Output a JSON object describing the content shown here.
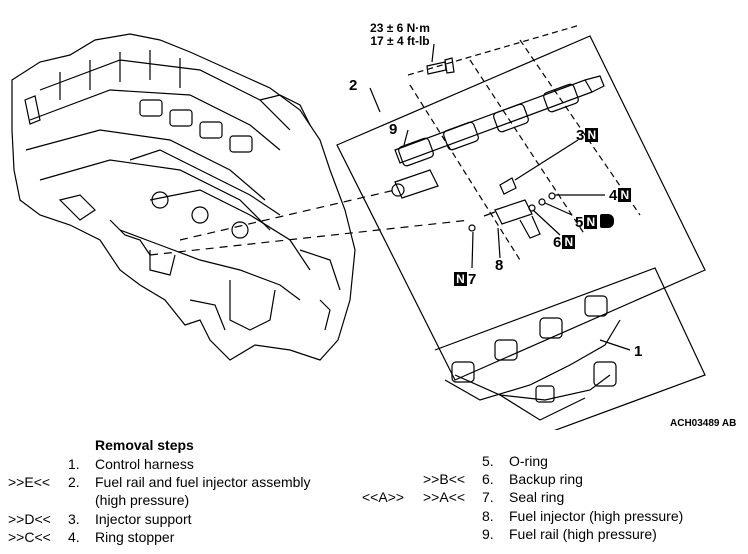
{
  "diagram": {
    "torque_line1": "23 ± 6 N·m",
    "torque_line2": "17 ± 4 ft-lb",
    "ref_code": "ACH03489 AB",
    "n_mark": "N",
    "callouts": {
      "c1": "1",
      "c2": "2",
      "c3": "3",
      "c4": "4",
      "c5": "5",
      "c6": "6",
      "c7": "7",
      "c8": "8",
      "c9": "9"
    }
  },
  "removal": {
    "heading": "Removal steps",
    "left": [
      {
        "marker": "",
        "num": "1.",
        "text": "Control harness"
      },
      {
        "marker": ">>E<<",
        "num": "2.",
        "text": "Fuel rail and fuel injector assembly"
      },
      {
        "marker": "",
        "num": "",
        "text": "(high pressure)"
      },
      {
        "marker": ">>D<<",
        "num": "3.",
        "text": "Injector support"
      },
      {
        "marker": ">>C<<",
        "num": "4.",
        "text": "Ring stopper"
      }
    ],
    "right": [
      {
        "marker_a": "",
        "marker_b": "",
        "num": "5.",
        "text": "O-ring"
      },
      {
        "marker_a": "",
        "marker_b": ">>B<<",
        "num": "6.",
        "text": "Backup ring"
      },
      {
        "marker_a": "<<A>>",
        "marker_b": ">>A<<",
        "num": "7.",
        "text": "Seal ring"
      },
      {
        "marker_a": "",
        "marker_b": "",
        "num": "8.",
        "text": "Fuel injector (high pressure)"
      },
      {
        "marker_a": "",
        "marker_b": "",
        "num": "9.",
        "text": "Fuel rail (high pressure)"
      }
    ]
  }
}
